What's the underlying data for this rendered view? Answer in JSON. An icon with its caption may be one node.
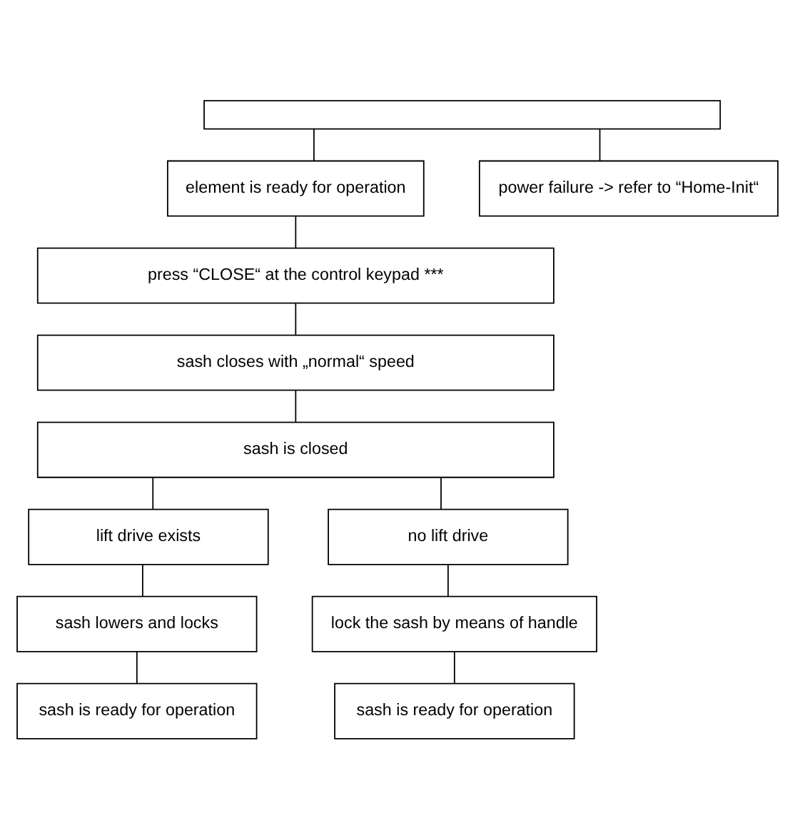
{
  "diagram": {
    "nodes": [
      {
        "text": [],
        "shape": "box"
      },
      {
        "text": [
          "element is ready for operation"
        ]
      },
      {
        "text": [
          "power failure -> refer to “Home-Init“"
        ]
      },
      {
        "text": [
          "press “CLOSE“ at the control keypad ***"
        ]
      },
      {
        "text": [
          "sash closes with „normal“ speed"
        ]
      },
      {
        "text": [
          "sash is closed"
        ]
      },
      {
        "text": [
          "lift drive exists"
        ]
      },
      {
        "text": [
          "no lift drive"
        ]
      },
      {
        "text": [
          "sash lowers and locks"
        ]
      },
      {
        "text": [
          "lock the sash by means of handle"
        ]
      },
      {
        "text": [
          "sash is ready for operation"
        ]
      },
      {
        "text": [
          "sash is ready for operation"
        ]
      }
    ],
    "edges": [
      {
        "from": 0,
        "to": 1,
        "arrow": "none"
      },
      {
        "from": 0,
        "to": 2,
        "arrow": "none"
      },
      {
        "from": 1,
        "to": 3,
        "arrow": "none"
      },
      {
        "from": 3,
        "to": 4,
        "arrow": "none"
      },
      {
        "from": 4,
        "to": 5,
        "arrow": "none"
      },
      {
        "from": 5,
        "to": 6,
        "arrow": "none"
      },
      {
        "from": 5,
        "to": 7,
        "arrow": "none"
      },
      {
        "from": 6,
        "to": 8,
        "arrow": "none"
      },
      {
        "from": 7,
        "to": 9,
        "arrow": "none"
      },
      {
        "from": 8,
        "to": 10,
        "arrow": "none"
      },
      {
        "from": 9,
        "to": 11,
        "arrow": "none"
      }
    ]
  }
}
